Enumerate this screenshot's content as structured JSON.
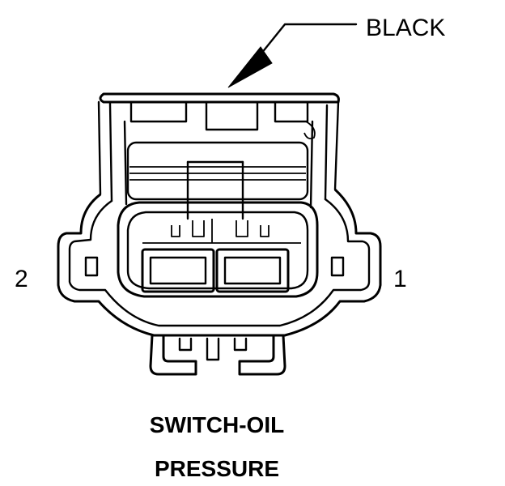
{
  "callout": {
    "label": "BLACK"
  },
  "pins": {
    "left": "2",
    "right": "1"
  },
  "caption": {
    "line1": "SWITCH-OIL",
    "line2": "PRESSURE"
  }
}
